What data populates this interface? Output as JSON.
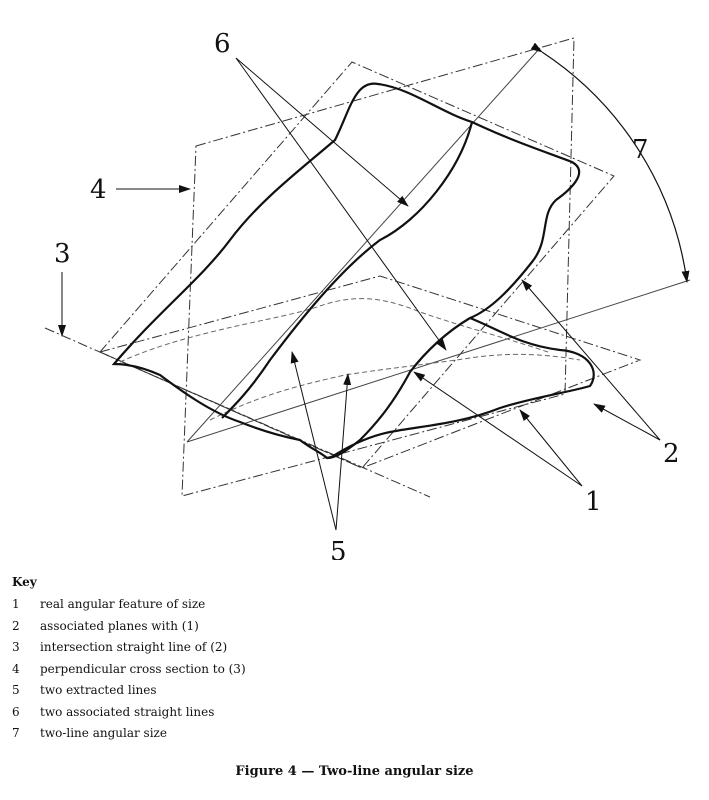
{
  "figure": {
    "callouts": [
      "6",
      "7",
      "4",
      "3",
      "2",
      "1",
      "5"
    ]
  },
  "key": {
    "title": "Key",
    "items": [
      {
        "num": "1",
        "text": "real angular feature of size"
      },
      {
        "num": "2",
        "text": "associated planes with (1)"
      },
      {
        "num": "3",
        "text": "intersection straight line of (2)"
      },
      {
        "num": "4",
        "text": "perpendicular cross section to (3)"
      },
      {
        "num": "5",
        "text": "two extracted lines"
      },
      {
        "num": "6",
        "text": "two associated straight lines"
      },
      {
        "num": "7",
        "text": "two-line angular size"
      }
    ]
  },
  "caption": "Figure 4 — Two-line angular size"
}
